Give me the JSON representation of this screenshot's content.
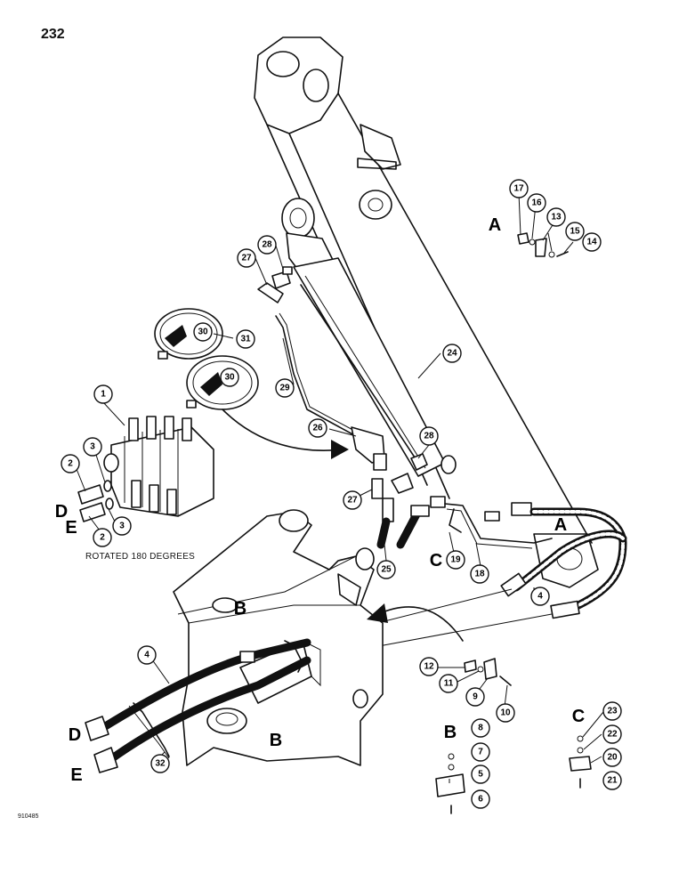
{
  "page": {
    "number": "232",
    "drawing_code": "910485",
    "note": "ROTATED 180 DEGREES"
  },
  "callouts": [
    {
      "id": "c1",
      "label": "1"
    },
    {
      "id": "c2a",
      "label": "2"
    },
    {
      "id": "c2b",
      "label": "2"
    },
    {
      "id": "c3a",
      "label": "3"
    },
    {
      "id": "c3b",
      "label": "3"
    },
    {
      "id": "c4a",
      "label": "4"
    },
    {
      "id": "c4b",
      "label": "4"
    },
    {
      "id": "c5",
      "label": "5"
    },
    {
      "id": "c6",
      "label": "6"
    },
    {
      "id": "c7",
      "label": "7"
    },
    {
      "id": "c8",
      "label": "8"
    },
    {
      "id": "c9",
      "label": "9"
    },
    {
      "id": "c10",
      "label": "10"
    },
    {
      "id": "c11",
      "label": "11"
    },
    {
      "id": "c12",
      "label": "12"
    },
    {
      "id": "c13",
      "label": "13"
    },
    {
      "id": "c14",
      "label": "14"
    },
    {
      "id": "c15",
      "label": "15"
    },
    {
      "id": "c16",
      "label": "16"
    },
    {
      "id": "c17",
      "label": "17"
    },
    {
      "id": "c18",
      "label": "18"
    },
    {
      "id": "c19",
      "label": "19"
    },
    {
      "id": "c20",
      "label": "20"
    },
    {
      "id": "c21",
      "label": "21"
    },
    {
      "id": "c22",
      "label": "22"
    },
    {
      "id": "c23",
      "label": "23"
    },
    {
      "id": "c24",
      "label": "24"
    },
    {
      "id": "c25",
      "label": "25"
    },
    {
      "id": "c26",
      "label": "26"
    },
    {
      "id": "c27a",
      "label": "27"
    },
    {
      "id": "c27b",
      "label": "27"
    },
    {
      "id": "c28a",
      "label": "28"
    },
    {
      "id": "c28b",
      "label": "28"
    },
    {
      "id": "c29",
      "label": "29"
    },
    {
      "id": "c30a",
      "label": "30"
    },
    {
      "id": "c30b",
      "label": "30"
    },
    {
      "id": "c31",
      "label": "31"
    },
    {
      "id": "c32",
      "label": "32"
    }
  ],
  "letters": [
    {
      "id": "A1",
      "label": "A"
    },
    {
      "id": "A2",
      "label": "A"
    },
    {
      "id": "B1",
      "label": "B"
    },
    {
      "id": "B2",
      "label": "B"
    },
    {
      "id": "B3",
      "label": "B"
    },
    {
      "id": "C1",
      "label": "C"
    },
    {
      "id": "C2",
      "label": "C"
    },
    {
      "id": "D1",
      "label": "D"
    },
    {
      "id": "D2",
      "label": "D"
    },
    {
      "id": "E1",
      "label": "E"
    },
    {
      "id": "E2",
      "label": "E"
    }
  ]
}
